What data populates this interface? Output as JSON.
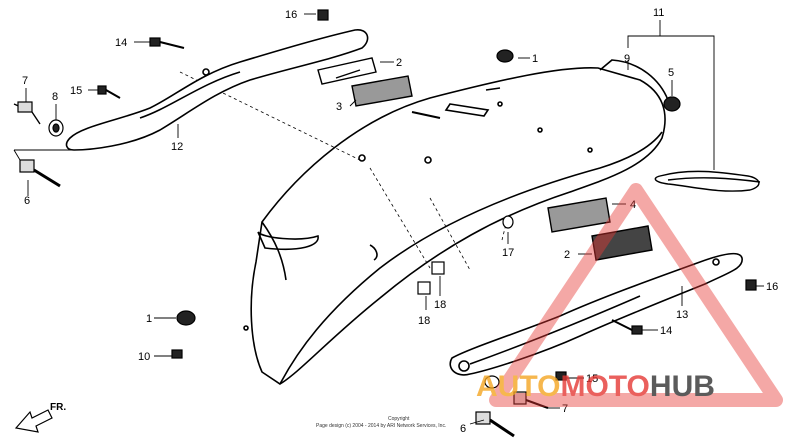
{
  "callouts": {
    "c1_top": "1",
    "c1_left": "1",
    "c2_top": "2",
    "c2_right": "2",
    "c3": "3",
    "c4": "4",
    "c5": "5",
    "c6_left": "6",
    "c6_bottom": "6",
    "c7_left": "7",
    "c7_right": "7",
    "c8": "8",
    "c9": "9",
    "c10": "10",
    "c11": "11",
    "c12": "12",
    "c13": "13",
    "c14_left": "14",
    "c14_right": "14",
    "c15_left": "15",
    "c15_right": "15",
    "c16_top": "16",
    "c16_right": "16",
    "c17": "17",
    "c18_left": "18",
    "c18_right": "18"
  },
  "direction_label": "FR.",
  "copyright": {
    "line1": "Copyright",
    "line2": "Page design (c) 2004 - 2014 by ARI Network Services, Inc."
  },
  "watermark": {
    "text_orange": "AUTO",
    "text_red": "MOTO",
    "text_dark": "HUB",
    "color_orange": "#f5a623",
    "color_red": "#e53935",
    "color_dark": "#333333"
  }
}
